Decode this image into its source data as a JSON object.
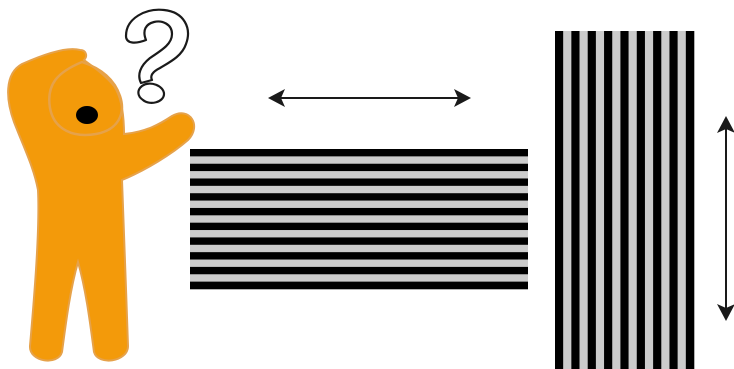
{
  "colors": {
    "figure_fill": "#F39A0A",
    "figure_outline": "#E6A24A",
    "figure_eye": "#000000",
    "stripe_dark": "#000000",
    "stripe_light": "#CCCCCC",
    "arrow": "#1A1A1A",
    "question_mark_stroke": "#1A1A1A",
    "background": "#FFFFFF"
  },
  "icons": {
    "person": "confused-person-icon",
    "question_mark": "question-mark-icon",
    "horizontal_arrow": "double-headed-horizontal-arrow-icon",
    "vertical_arrow": "double-headed-vertical-arrow-icon"
  },
  "patterns": {
    "horizontal_grating": {
      "orientation": "horizontal",
      "dark_stripes": 10,
      "light_stripes": 9
    },
    "vertical_grating": {
      "orientation": "vertical",
      "dark_stripes": 9,
      "light_stripes": 8
    }
  }
}
